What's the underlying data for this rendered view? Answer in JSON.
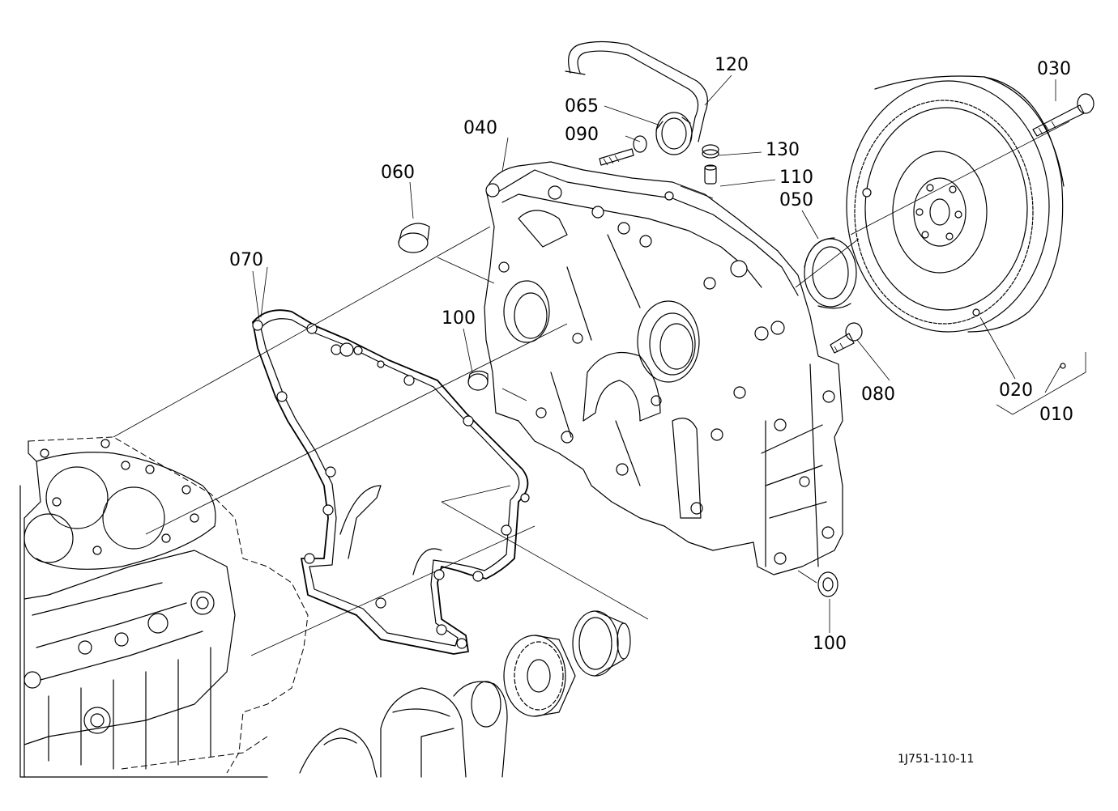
{
  "drawing_code": "1J751-110-11",
  "parts": [
    {
      "id": "p120",
      "number": "120"
    },
    {
      "id": "p030",
      "number": "030"
    },
    {
      "id": "p065",
      "number": "065"
    },
    {
      "id": "p040",
      "number": "040"
    },
    {
      "id": "p090",
      "number": "090"
    },
    {
      "id": "p130",
      "number": "130"
    },
    {
      "id": "p060",
      "number": "060"
    },
    {
      "id": "p110",
      "number": "110"
    },
    {
      "id": "p050",
      "number": "050"
    },
    {
      "id": "p070",
      "number": "070"
    },
    {
      "id": "p100a",
      "number": "100"
    },
    {
      "id": "p080",
      "number": "080"
    },
    {
      "id": "p020",
      "number": "020"
    },
    {
      "id": "p010",
      "number": "010"
    },
    {
      "id": "p100b",
      "number": "100"
    }
  ]
}
